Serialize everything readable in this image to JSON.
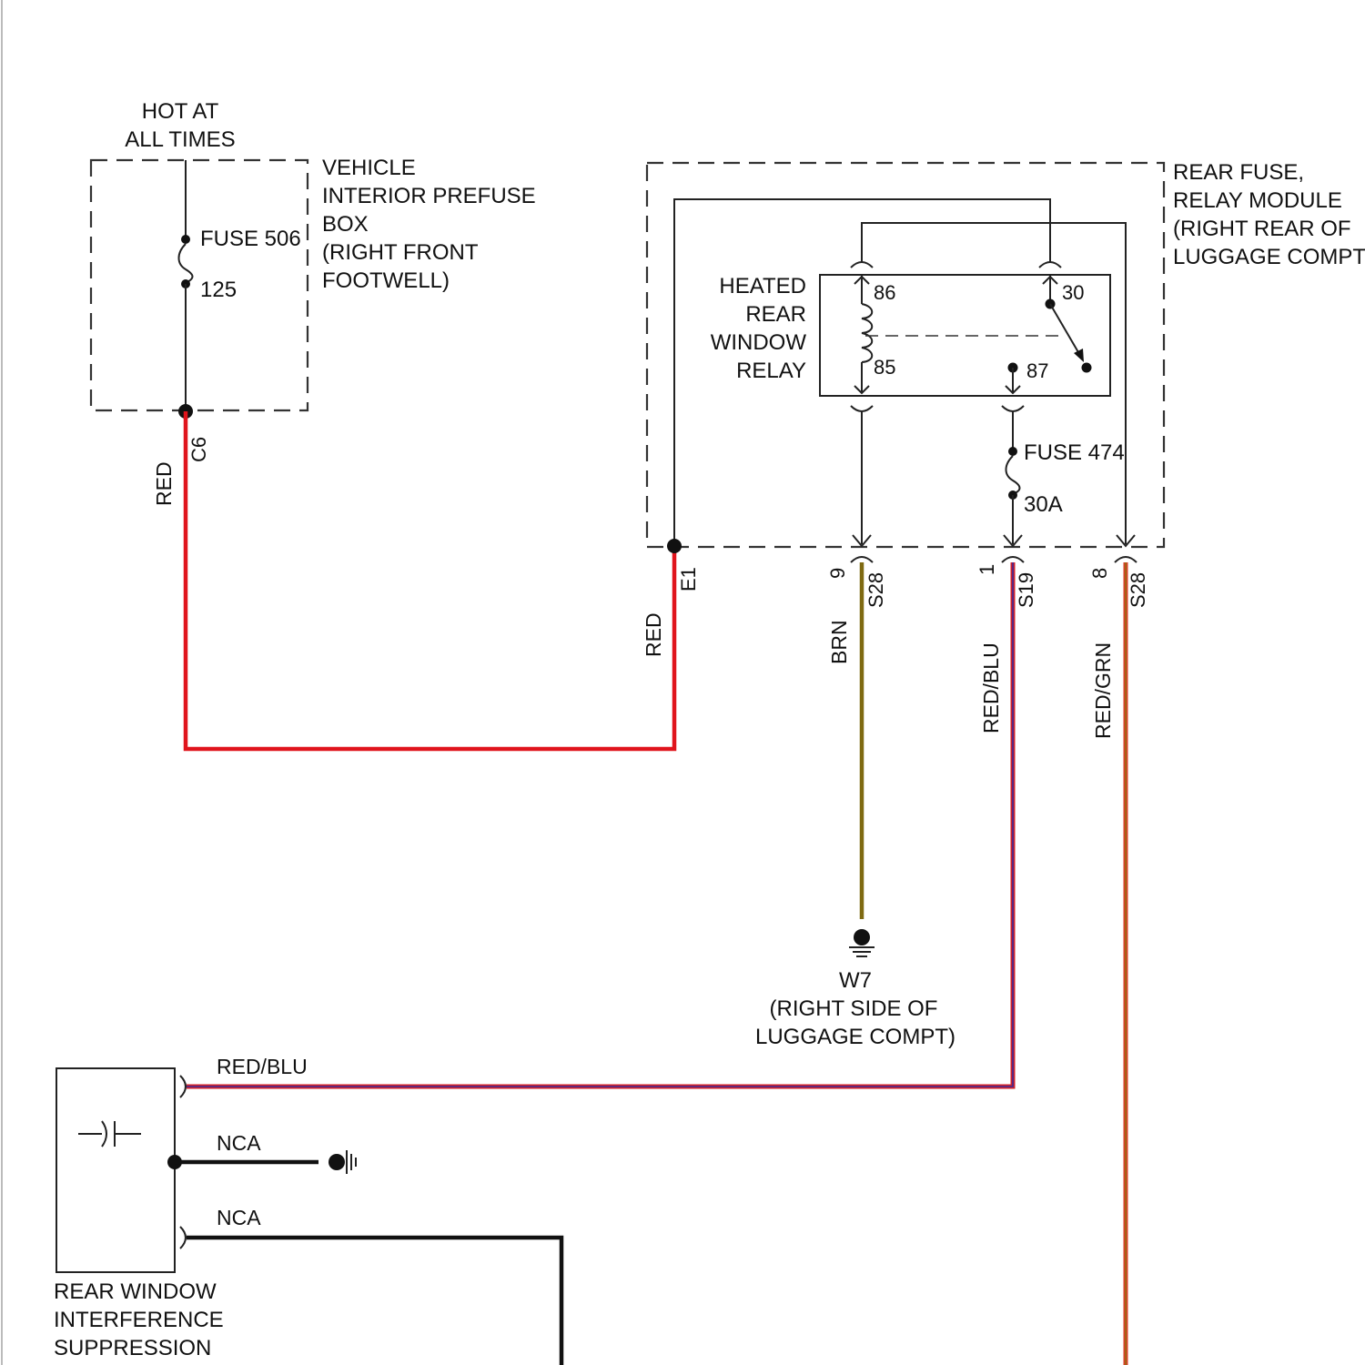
{
  "prefuse_box": {
    "hot_label_1": "HOT AT",
    "hot_label_2": "ALL TIMES",
    "name_lines": [
      "VEHICLE",
      "INTERIOR PREFUSE",
      "BOX",
      "(RIGHT FRONT",
      "FOOTWELL)"
    ],
    "fuse_name": "FUSE 506",
    "fuse_rating": "125",
    "connector": "C6"
  },
  "rear_module": {
    "name_lines": [
      "REAR FUSE,",
      "RELAY MODULE",
      "(RIGHT REAR OF",
      "LUGGAGE COMPT"
    ],
    "relay_name_lines": [
      "HEATED",
      "REAR",
      "WINDOW",
      "RELAY"
    ],
    "relay_pins": {
      "p86": "86",
      "p85": "85",
      "p30": "30",
      "p87": "87"
    },
    "fuse_name": "FUSE 474",
    "fuse_rating": "30A",
    "connectors": {
      "e1": "E1",
      "s28_a_conn": "S28",
      "s28_a_pin": "9",
      "s19_conn": "S19",
      "s19_pin": "1",
      "s28_b_conn": "S28",
      "s28_b_pin": "8"
    }
  },
  "wires": {
    "red_prefuse": "RED",
    "red_module": "RED",
    "brn": "BRN",
    "red_blu_vertical": "RED/BLU",
    "red_grn": "RED/GRN",
    "red_blu_horizontal": "RED/BLU",
    "nca_1": "NCA",
    "nca_2": "NCA"
  },
  "ground": {
    "id": "W7",
    "location_1": "(RIGHT SIDE OF",
    "location_2": "LUGGAGE COMPT)"
  },
  "suppression": {
    "name_lines": [
      "REAR WINDOW",
      "INTERFERENCE",
      "SUPPRESSION"
    ]
  },
  "colors": {
    "red": "#e0141c",
    "brown": "#7f6a12",
    "red_blu_red": "#d0202a",
    "red_blu_blue": "#3a2a9a",
    "red_grn_red": "#d8402a",
    "red_grn_green": "#9a6a10",
    "black": "#111111"
  }
}
